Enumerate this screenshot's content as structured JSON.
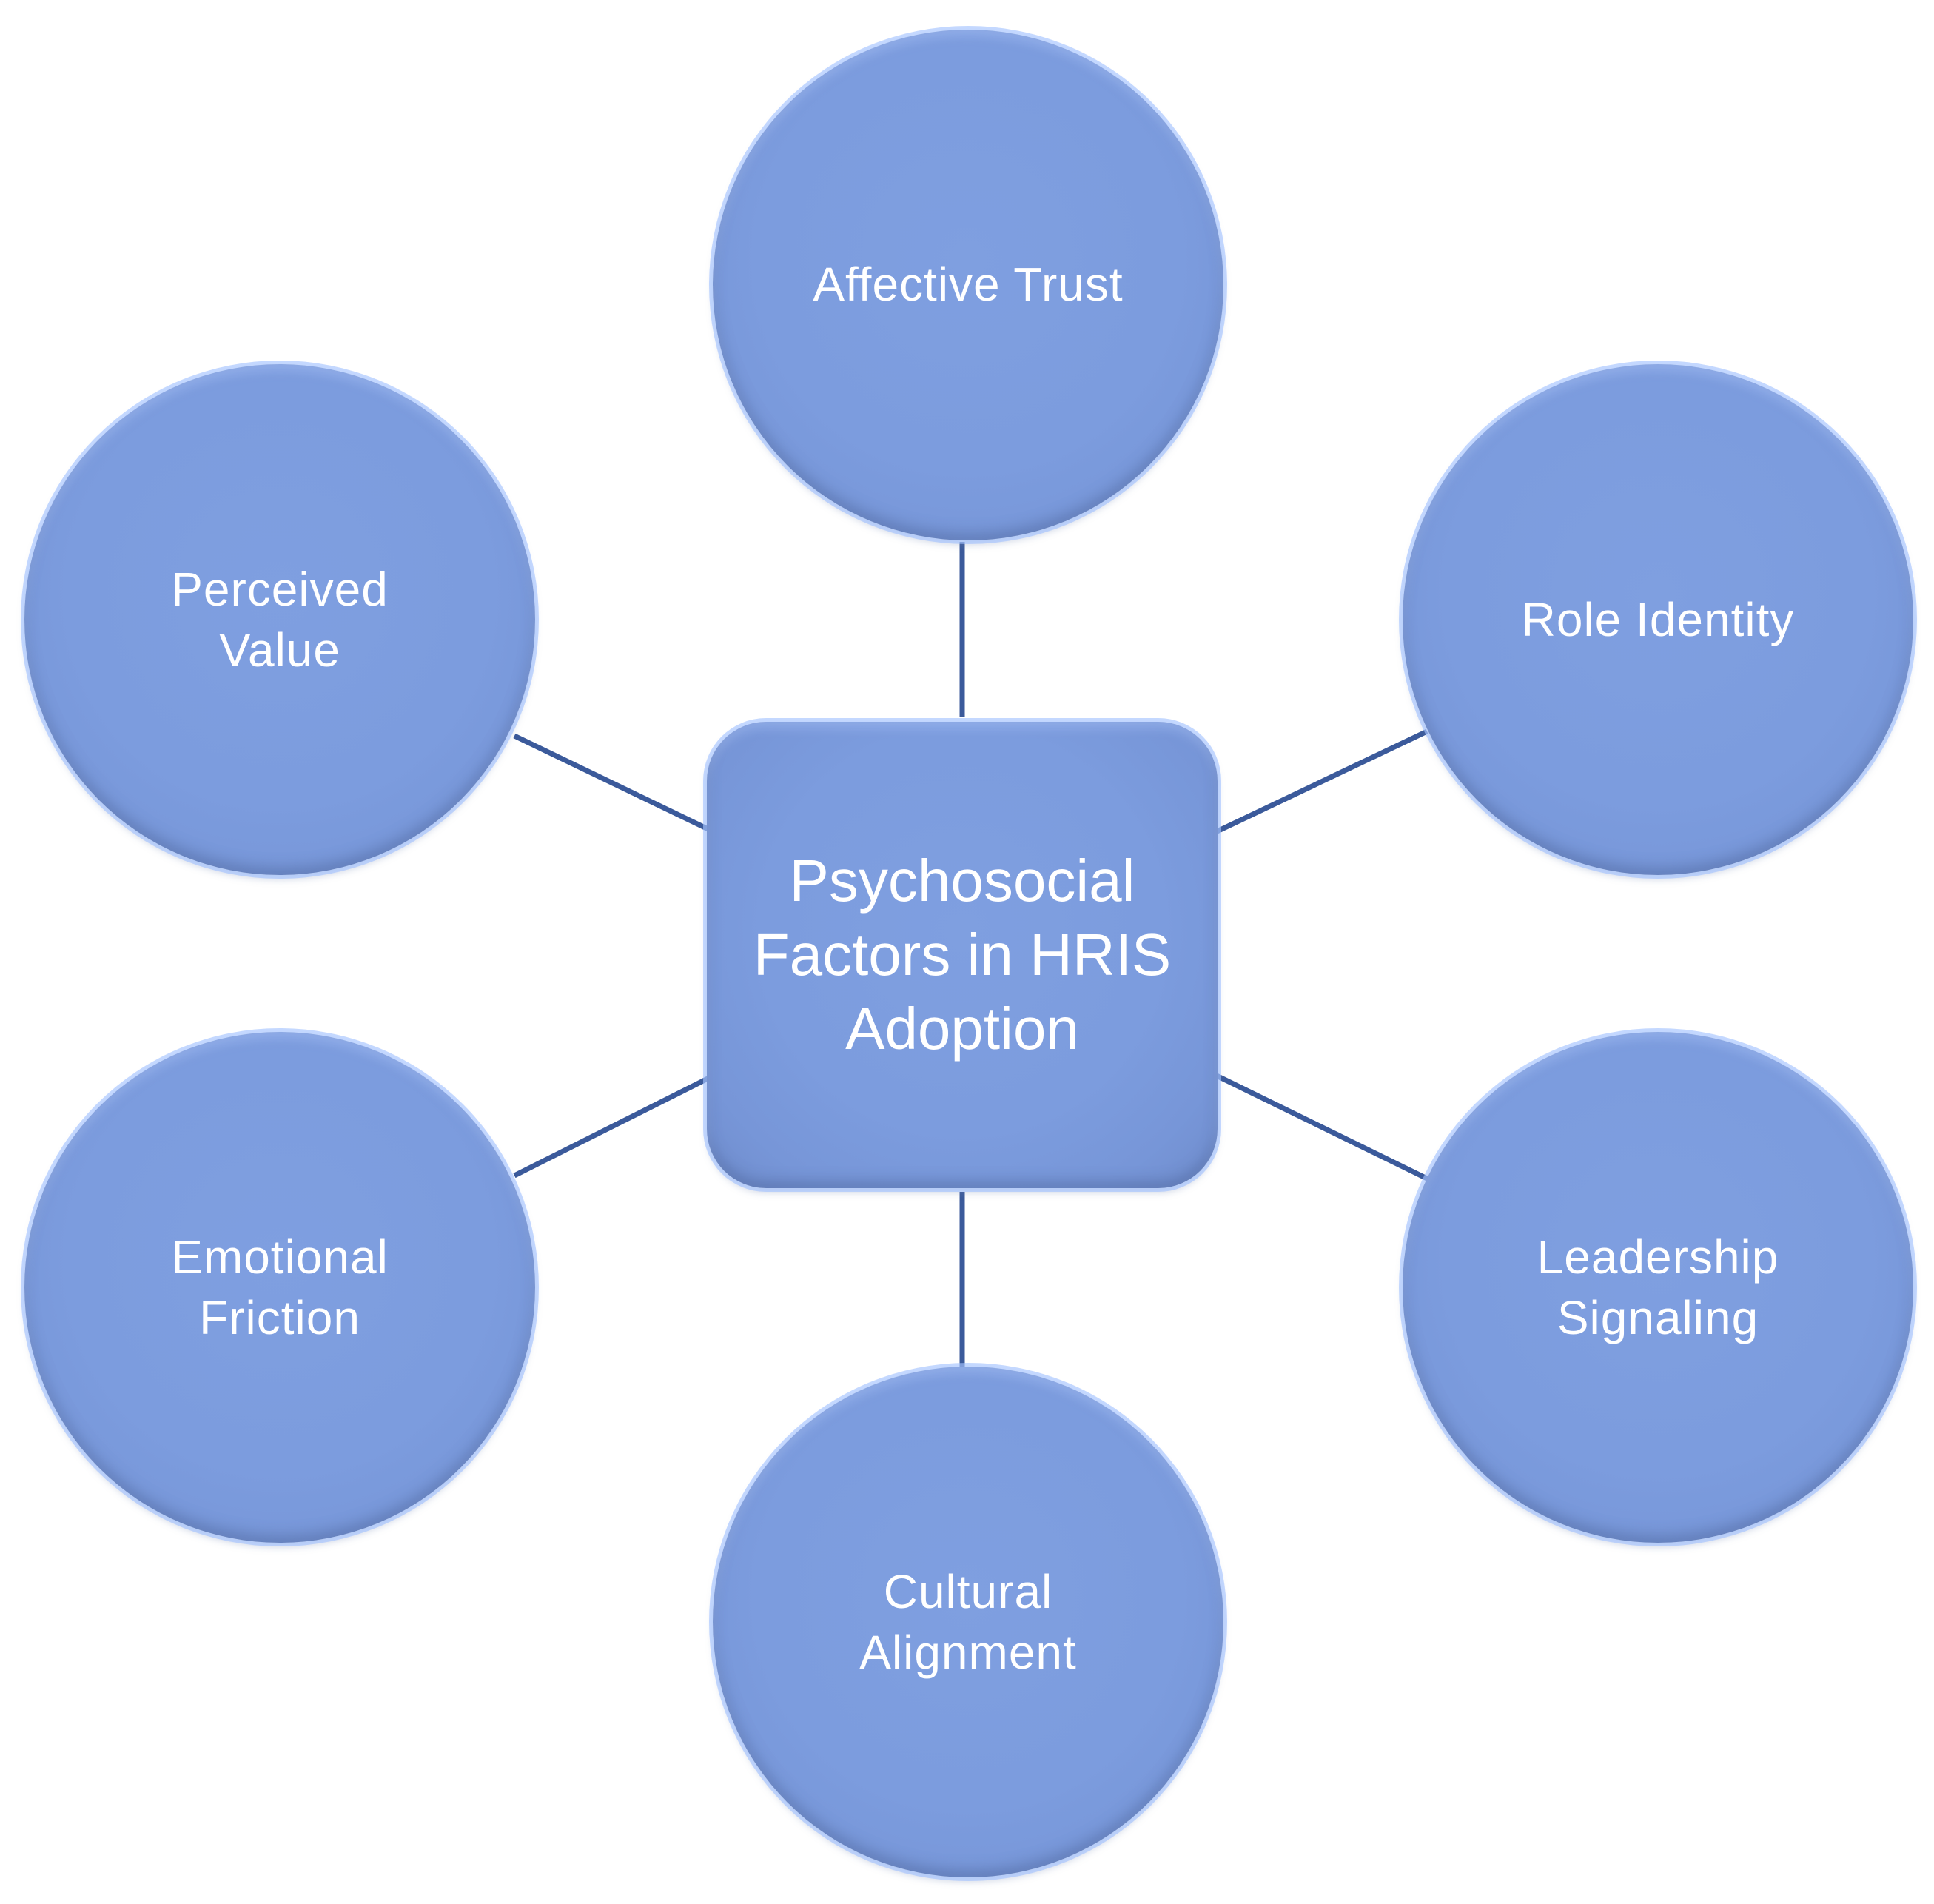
{
  "center": {
    "label": "Psychosocial\nFactors in HRIS\nAdoption"
  },
  "factors": [
    {
      "label": "Affective Trust"
    },
    {
      "label": "Role Identity"
    },
    {
      "label": "Leadership\nSignaling"
    },
    {
      "label": "Cultural\nAlignment"
    },
    {
      "label": "Emotional\nFriction"
    },
    {
      "label": "Perceived\nValue"
    }
  ],
  "colors": {
    "node_fill": "#7f9fe0",
    "node_glow": "#a5c3ff",
    "connector": "#3b5a9b",
    "text": "#ffffff"
  }
}
